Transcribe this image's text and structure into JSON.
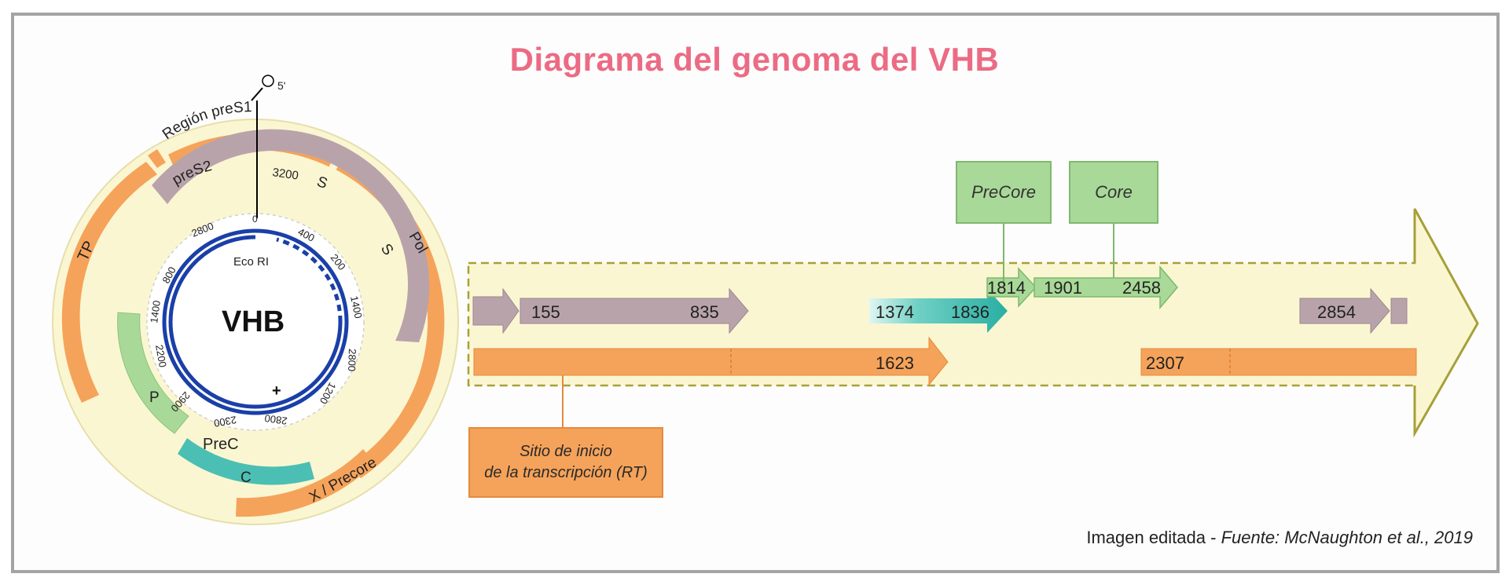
{
  "title": "Diagrama del genoma del VHB",
  "circle": {
    "center_label": "VHB",
    "eco": "Eco RI",
    "five_prime": "5'",
    "plus": "+",
    "regions": {
      "pres1": "Región preS1",
      "pres2": "preS2",
      "s_top": "S",
      "s_right": "S",
      "tp": "TP",
      "pol": "Pol",
      "p": "P",
      "prec": "PreC",
      "c": "C",
      "x_precore": "X / Precore"
    },
    "numbers": {
      "n3200": "3200",
      "n0": "0",
      "n400": "400",
      "n2800a": "2800",
      "n800": "800",
      "n200": "200",
      "n1400a": "1400",
      "n1400b": "1400",
      "n2200": "2200",
      "n2800b": "2800",
      "n1200": "1200",
      "n2900": "2900",
      "n2300": "2300",
      "n2800c": "2800"
    }
  },
  "linear": {
    "s_start": "155",
    "s_end": "835",
    "teal_start": "1374",
    "teal_end": "1836",
    "precore_pos": "1814",
    "core_start": "1901",
    "core_end": "2458",
    "x_pos": "2854",
    "pol_end": "1623",
    "pol_start2": "2307"
  },
  "boxes": {
    "precore": "PreCore",
    "core": "Core",
    "rt_line1": "Sitio de inicio",
    "rt_line2": "de la transcripción (RT)"
  },
  "source": {
    "prefix": "Imagen editada - ",
    "italic": "Fuente: McNaughton et al., 2019"
  },
  "colors": {
    "title": "#ec6b84",
    "orange": "#f5a35a",
    "mauve": "#b9a3ab",
    "green": "#a9d998",
    "teal": "#4bbfb3",
    "cream": "#fbf6d2",
    "blue": "#1a3fa8"
  }
}
